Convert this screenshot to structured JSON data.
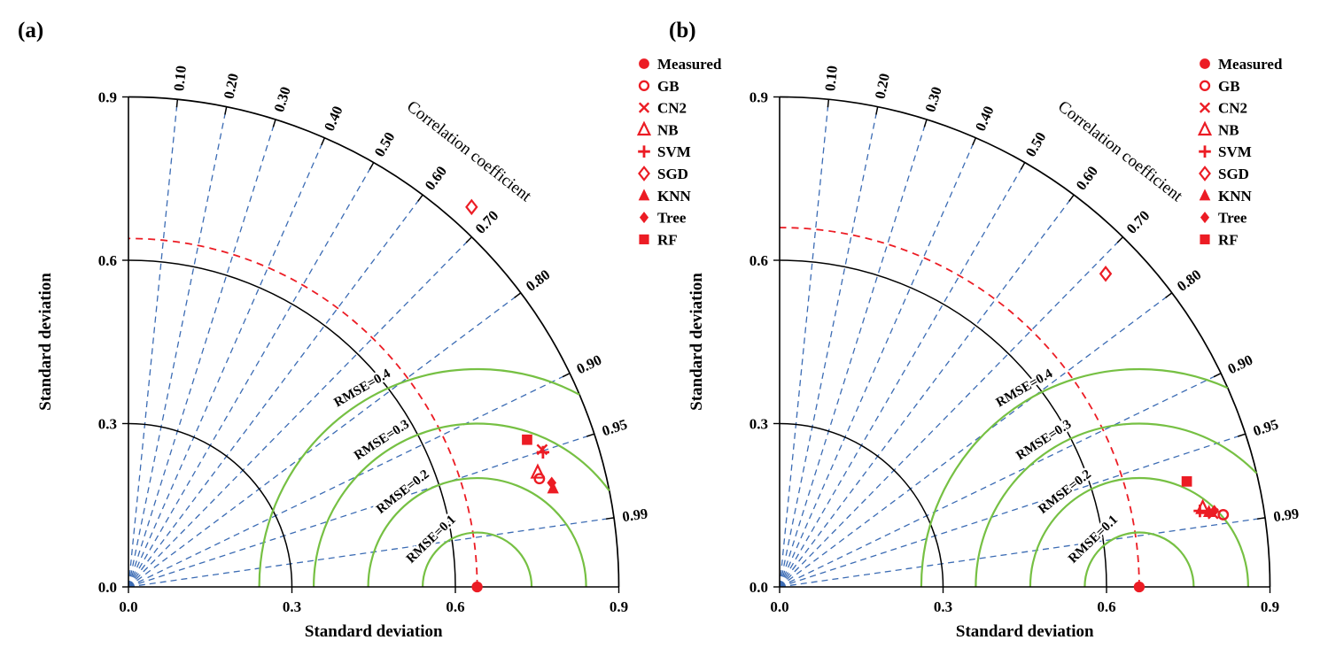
{
  "figure": {
    "background": "#ffffff",
    "colors": {
      "axis": "#000000",
      "text": "#000000",
      "correlation_lines": "#3c6cb4",
      "std_arcs": "#000000",
      "reference_arc": "#ec1c24",
      "rmse_arcs": "#76c043",
      "markers": "#ec1c24"
    }
  },
  "chart_data": [
    {
      "type": "taylor_diagram",
      "panel_label": "(a)",
      "xlabel": "Standard deviation",
      "ylabel": "Standard deviation",
      "correlation_axis_label": "Correlation coefficient",
      "std_range": [
        0,
        0.9
      ],
      "std_ticks": [
        "0.0",
        "0.3",
        "0.6",
        "0.9"
      ],
      "std_arc_values": [
        0.3,
        0.6,
        0.9
      ],
      "reference_std": 0.64,
      "correlation_ticks": [
        {
          "value": 0.1,
          "label": "0.10"
        },
        {
          "value": 0.2,
          "label": "0.20"
        },
        {
          "value": 0.3,
          "label": "0.30"
        },
        {
          "value": 0.4,
          "label": "0.40"
        },
        {
          "value": 0.5,
          "label": "0.50"
        },
        {
          "value": 0.6,
          "label": "0.60"
        },
        {
          "value": 0.7,
          "label": "0.70"
        },
        {
          "value": 0.8,
          "label": "0.80"
        },
        {
          "value": 0.9,
          "label": "0.90"
        },
        {
          "value": 0.95,
          "label": "0.95"
        },
        {
          "value": 0.99,
          "label": "0.99"
        }
      ],
      "rmse_arcs": [
        {
          "radius": 0.1,
          "label": "RMSE=0.1"
        },
        {
          "radius": 0.2,
          "label": "RMSE=0.2"
        },
        {
          "radius": 0.3,
          "label": "RMSE=0.3"
        },
        {
          "radius": 0.4,
          "label": "RMSE=0.4"
        }
      ],
      "points": [
        {
          "label": "Measured",
          "marker": "filled-circle",
          "std": 0.64,
          "corr": 1.0
        },
        {
          "label": "GB",
          "marker": "open-circle",
          "std": 0.78,
          "corr": 0.967
        },
        {
          "label": "CN2",
          "marker": "x",
          "std": 0.8,
          "corr": 0.949
        },
        {
          "label": "NB",
          "marker": "open-triangle",
          "std": 0.78,
          "corr": 0.963
        },
        {
          "label": "SVM",
          "marker": "plus",
          "std": 0.8,
          "corr": 0.951
        },
        {
          "label": "SGD",
          "marker": "open-diamond",
          "std": 0.94,
          "corr": 0.67
        },
        {
          "label": "KNN",
          "marker": "filled-triangle",
          "std": 0.8,
          "corr": 0.974
        },
        {
          "label": "Tree",
          "marker": "filled-diamond",
          "std": 0.8,
          "corr": 0.971
        },
        {
          "label": "RF",
          "marker": "filled-square",
          "std": 0.78,
          "corr": 0.938
        }
      ]
    },
    {
      "type": "taylor_diagram",
      "panel_label": "(b)",
      "xlabel": "Standard deviation",
      "ylabel": "Standard deviation",
      "correlation_axis_label": "Correlation coefficient",
      "std_range": [
        0,
        0.9
      ],
      "std_ticks": [
        "0.0",
        "0.3",
        "0.6",
        "0.9"
      ],
      "std_arc_values": [
        0.3,
        0.6,
        0.9
      ],
      "reference_std": 0.66,
      "correlation_ticks": [
        {
          "value": 0.1,
          "label": "0.10"
        },
        {
          "value": 0.2,
          "label": "0.20"
        },
        {
          "value": 0.3,
          "label": "0.30"
        },
        {
          "value": 0.4,
          "label": "0.40"
        },
        {
          "value": 0.5,
          "label": "0.50"
        },
        {
          "value": 0.6,
          "label": "0.60"
        },
        {
          "value": 0.7,
          "label": "0.70"
        },
        {
          "value": 0.8,
          "label": "0.80"
        },
        {
          "value": 0.9,
          "label": "0.90"
        },
        {
          "value": 0.95,
          "label": "0.95"
        },
        {
          "value": 0.99,
          "label": "0.99"
        }
      ],
      "rmse_arcs": [
        {
          "radius": 0.1,
          "label": "RMSE=0.1"
        },
        {
          "radius": 0.2,
          "label": "RMSE=0.2"
        },
        {
          "radius": 0.3,
          "label": "RMSE=0.3"
        },
        {
          "radius": 0.4,
          "label": "RMSE=0.4"
        }
      ],
      "points": [
        {
          "label": "Measured",
          "marker": "filled-circle",
          "std": 0.66,
          "corr": 1.0
        },
        {
          "label": "GB",
          "marker": "open-circle",
          "std": 0.825,
          "corr": 0.987
        },
        {
          "label": "CN2",
          "marker": "x",
          "std": 0.807,
          "corr": 0.986
        },
        {
          "label": "NB",
          "marker": "open-triangle",
          "std": 0.79,
          "corr": 0.983
        },
        {
          "label": "SVM",
          "marker": "plus",
          "std": 0.784,
          "corr": 0.984
        },
        {
          "label": "SGD",
          "marker": "open-diamond",
          "std": 0.83,
          "corr": 0.721
        },
        {
          "label": "KNN",
          "marker": "filled-triangle",
          "std": 0.8,
          "corr": 0.985
        },
        {
          "label": "Tree",
          "marker": "filled-diamond",
          "std": 0.81,
          "corr": 0.985
        },
        {
          "label": "RF",
          "marker": "filled-square",
          "std": 0.772,
          "corr": 0.968
        }
      ]
    }
  ]
}
